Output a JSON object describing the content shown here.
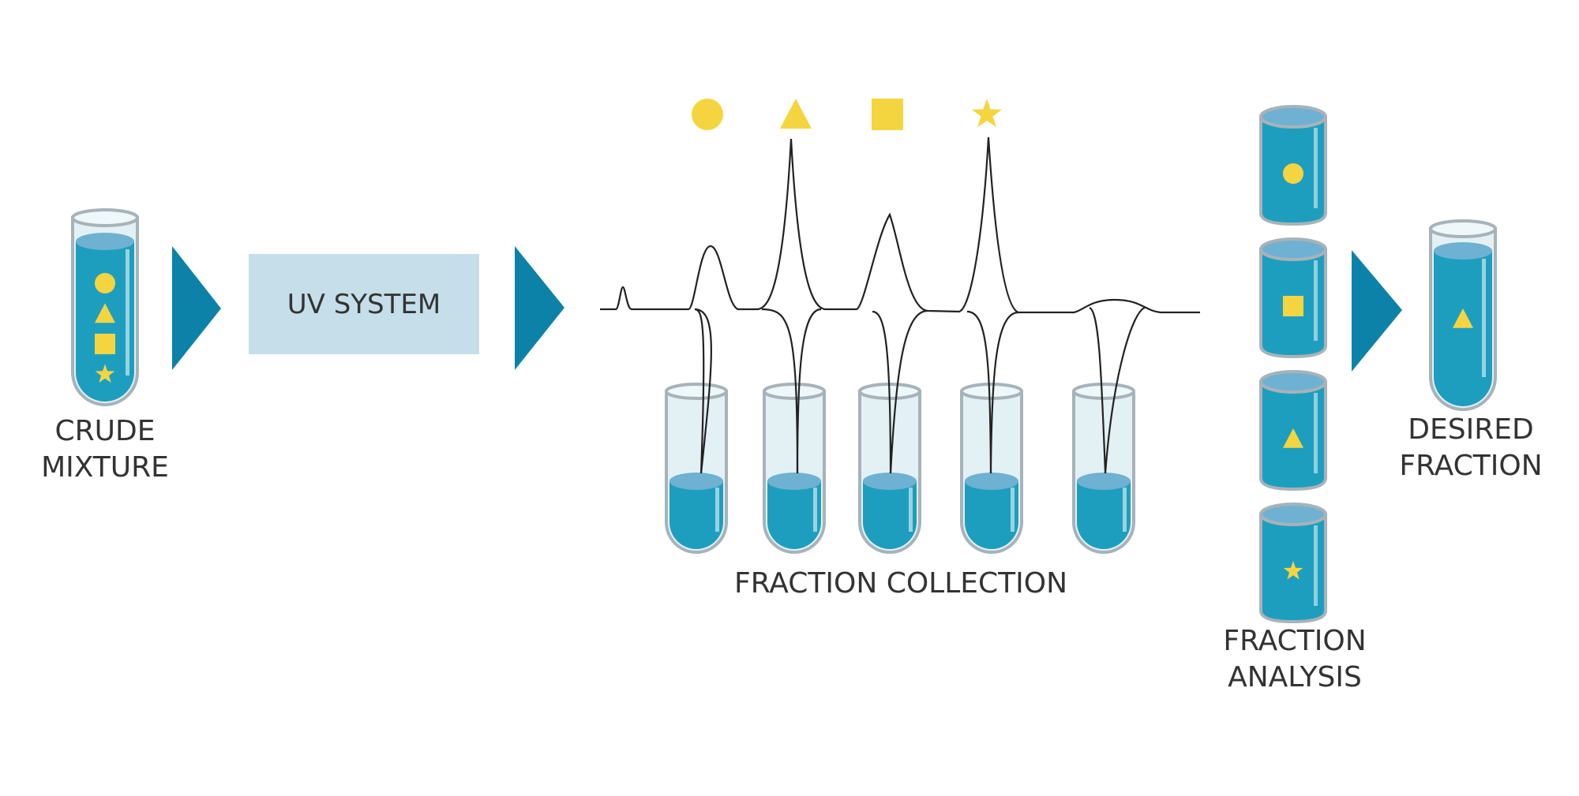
{
  "labels": {
    "crude_line1": "CRUDE",
    "crude_line2": "MIXTURE",
    "uv_system": "UV SYSTEM",
    "fraction_collection": "FRACTION COLLECTION",
    "analysis_line1": "FRACTION",
    "analysis_line2": "ANALYSIS",
    "desired_line1": "DESIRED",
    "desired_line2": "FRACTION"
  },
  "crude_mixture_contents": [
    "circle",
    "triangle",
    "square",
    "star"
  ],
  "peak_markers": [
    "circle",
    "triangle",
    "square",
    "star"
  ],
  "collection_tube_count": 5,
  "analysis_vials": [
    "circle",
    "square",
    "triangle",
    "star"
  ],
  "desired_fraction_contents": [
    "triangle"
  ],
  "colors": {
    "liquid": "#1e9ebf",
    "liquid_surface": "#6fb1d2",
    "glass": "#e3f1f5",
    "glass_rim": "#a7b3b8",
    "arrow": "#0d82a8",
    "uv_box": "#c5deea",
    "shape_marker": "#f5d53f",
    "trace": "#222222",
    "text": "#333333"
  }
}
